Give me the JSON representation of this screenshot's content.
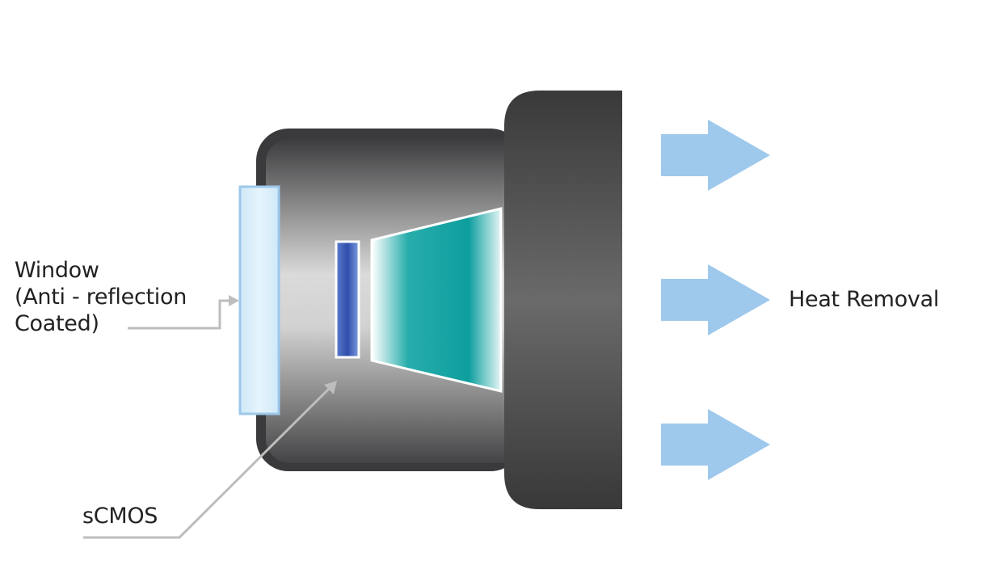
{
  "labels": {
    "window_line1": "Window",
    "window_line2": "(Anti - reflection",
    "window_line3": "Coated)",
    "scmos": "sCMOS",
    "heat_removal": "Heat Removal"
  },
  "colors": {
    "housing_dark": "#3a3a3c",
    "housing_light": "#d8d8d8",
    "heatsink": "#4a4a4a",
    "window_fill": "#d6ecf8",
    "window_border": "#9cc8ea",
    "sensor": "#3f5fb8",
    "lens": "#119f9f",
    "arrow": "#9ec9ec",
    "leader_line": "#bdbdbd"
  },
  "icons": {
    "heat_arrows": [
      "arrow-right-icon",
      "arrow-right-icon",
      "arrow-right-icon"
    ]
  }
}
